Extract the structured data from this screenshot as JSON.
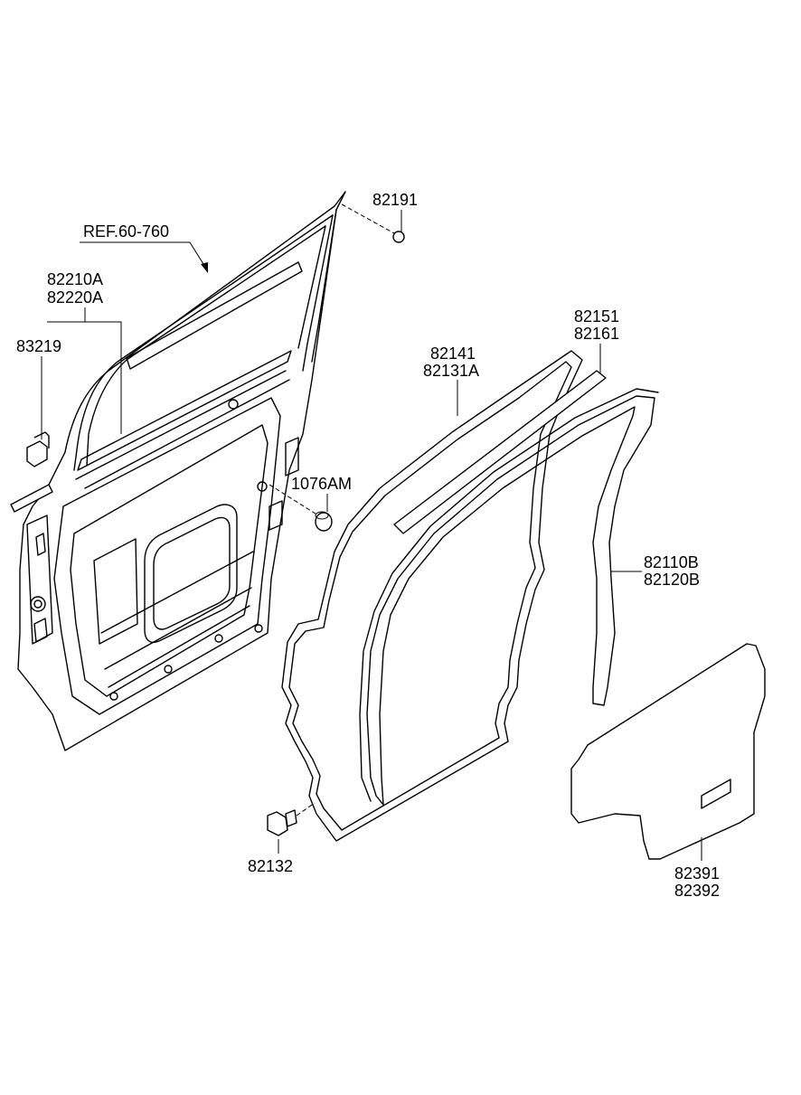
{
  "labels": {
    "ref": "REF.60-760",
    "p82191": "82191",
    "p82210A": "82210A",
    "p82220A": "82220A",
    "p83219": "83219",
    "p1076AM": "1076AM",
    "p82151": "82151",
    "p82161": "82161",
    "p82141": "82141",
    "p82131A": "82131A",
    "p82110B": "82110B",
    "p82120B": "82120B",
    "p82132": "82132",
    "p82391": "82391",
    "p82392": "82392"
  }
}
